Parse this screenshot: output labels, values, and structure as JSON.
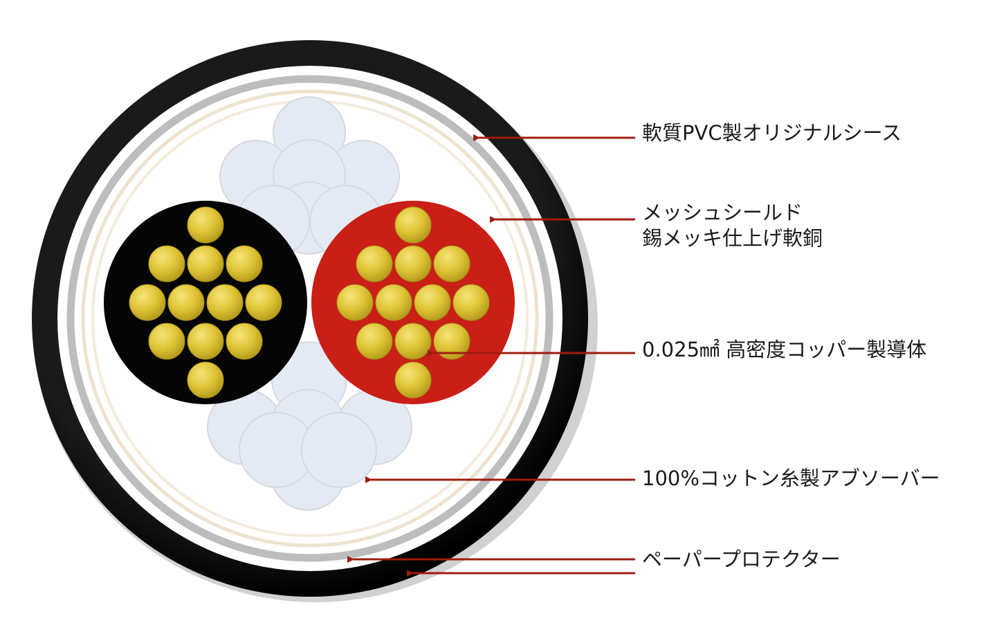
{
  "diagram": {
    "labels": {
      "sheath": "軟質PVC製オリジナルシース",
      "shield_line1": "メッシュシールド",
      "shield_line2": "錫メッキ仕上げ軟銅",
      "conductor": "0.025㎟ 高密度コッパー製導体",
      "absorber": "100%コットン糸製アブソーバー",
      "paper": "ペーパープロテクター"
    },
    "colors": {
      "sheath": "#0d0d0d",
      "arrow": "#9e1c10",
      "red_insulation": "#c91f16",
      "black_insulation": "#050505",
      "copper_strand": "#e0c435",
      "cotton_filler": "#e3eaf3",
      "shield_ring": "#bdbdbd",
      "paper_ring": "#eee3cf"
    }
  }
}
